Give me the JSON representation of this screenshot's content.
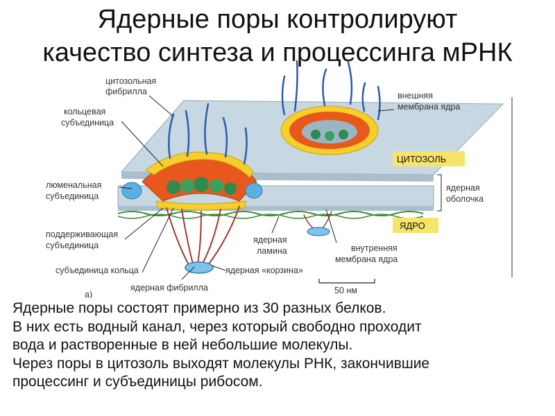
{
  "title": {
    "line1": "Ядерные поры контролируют",
    "line2": "качество  синтеза и процессинга мРНК"
  },
  "labels": {
    "cytosolic_fibril_1": "цитозольная",
    "cytosolic_fibril_2": "фибрилла",
    "ring_subunit_1": "кольцевая",
    "ring_subunit_2": "субъединица",
    "luminal_subunit_1": "люменальная",
    "luminal_subunit_2": "субъединица",
    "supporting_subunit_1": "поддерживающая",
    "supporting_subunit_2": "субъединица",
    "ring_subunit_bottom": "субъединица кольца",
    "nuclear_fibril": "ядерная фибрилла",
    "nuclear_basket": "ядерная «корзина»",
    "nuclear_lamina_1": "ядерная",
    "nuclear_lamina_2": "ламина",
    "outer_membrane_1": "внешняя",
    "outer_membrane_2": "мембрана ядра",
    "cytosol": "ЦИТОЗОЛЬ",
    "nuclear_envelope_1": "ядерная",
    "nuclear_envelope_2": "оболочка",
    "nucleus": "ЯДРО",
    "inner_membrane_1": "внутренняя",
    "inner_membrane_2": "мембрана ядра",
    "scale": "50 нм",
    "panel": "а)"
  },
  "body": {
    "line1": "Ядерные поры состоят примерно из 30 разных белков.",
    "line2": "В них есть водный канал, через который свободно проходит",
    "line3": "вода и растворенные в ней небольшие молекулы.",
    "line4": "Через поры в цитозоль выходят молекулы РНК, закончившие",
    "line5": "процессинг и субъединицы рибосом."
  },
  "colors": {
    "membrane": "#c8d8e2",
    "pore_orange": "#e8581c",
    "pore_yellow": "#f7cf2a",
    "pore_green": "#2f8a4e",
    "fibril_blue": "#2d5aa8",
    "fibril_red": "#a23a2c",
    "label_highlight": "#f7e46a",
    "lamina": "#3a8a3a"
  }
}
